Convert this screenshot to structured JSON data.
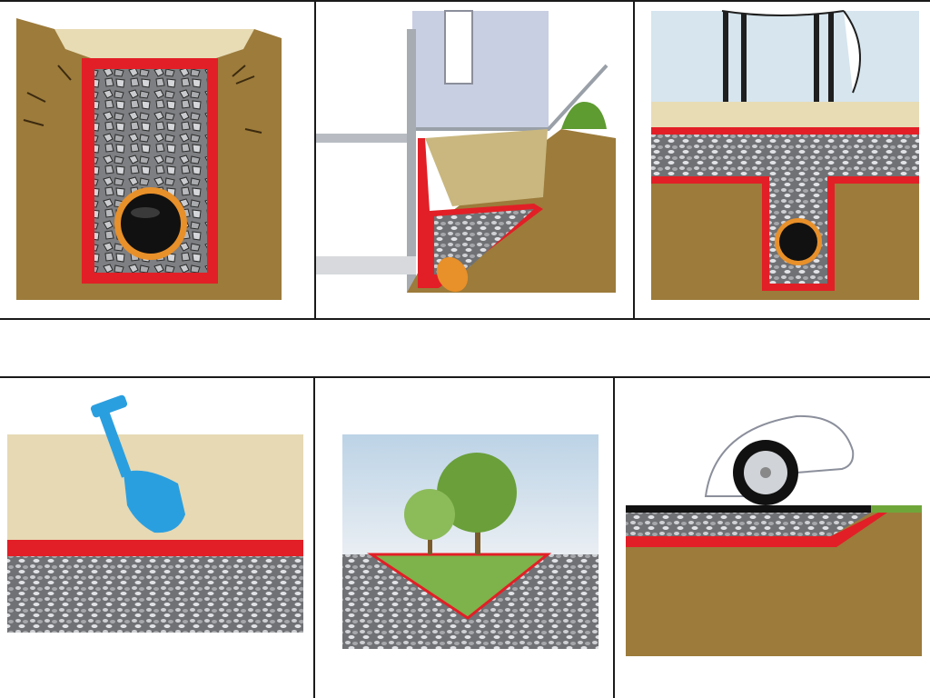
{
  "palette": {
    "soil": "#9a7a3a",
    "sand": "#e6d9b3",
    "geotextile": "#e21f26",
    "gravel": "#8f9194",
    "pipe_ring": "#e8902a",
    "pipe_core": "#111111",
    "grass": "#6fa63a",
    "sky": "#bcd3e6",
    "shovel": "#2a9fe0",
    "wall": "#c9cfe2"
  },
  "panels": [
    {
      "scene": "trench-drain-pipe",
      "icons": [
        "gravel-icon",
        "pipe-icon",
        "geotextile-icon"
      ]
    },
    {
      "scene": "foundation-drainage",
      "icons": [
        "wall-icon",
        "pipe-icon",
        "bush-icon"
      ]
    },
    {
      "scene": "horse-paddock-drain",
      "icons": [
        "horse-icon",
        "pipe-icon"
      ]
    },
    {
      "scene": "sand-separation-layer",
      "icons": [
        "shovel-icon"
      ]
    },
    {
      "scene": "landscape-swale",
      "icons": [
        "tree-icon"
      ]
    },
    {
      "scene": "driveway-stabilization",
      "icons": [
        "car-icon",
        "wheel-icon"
      ]
    }
  ]
}
